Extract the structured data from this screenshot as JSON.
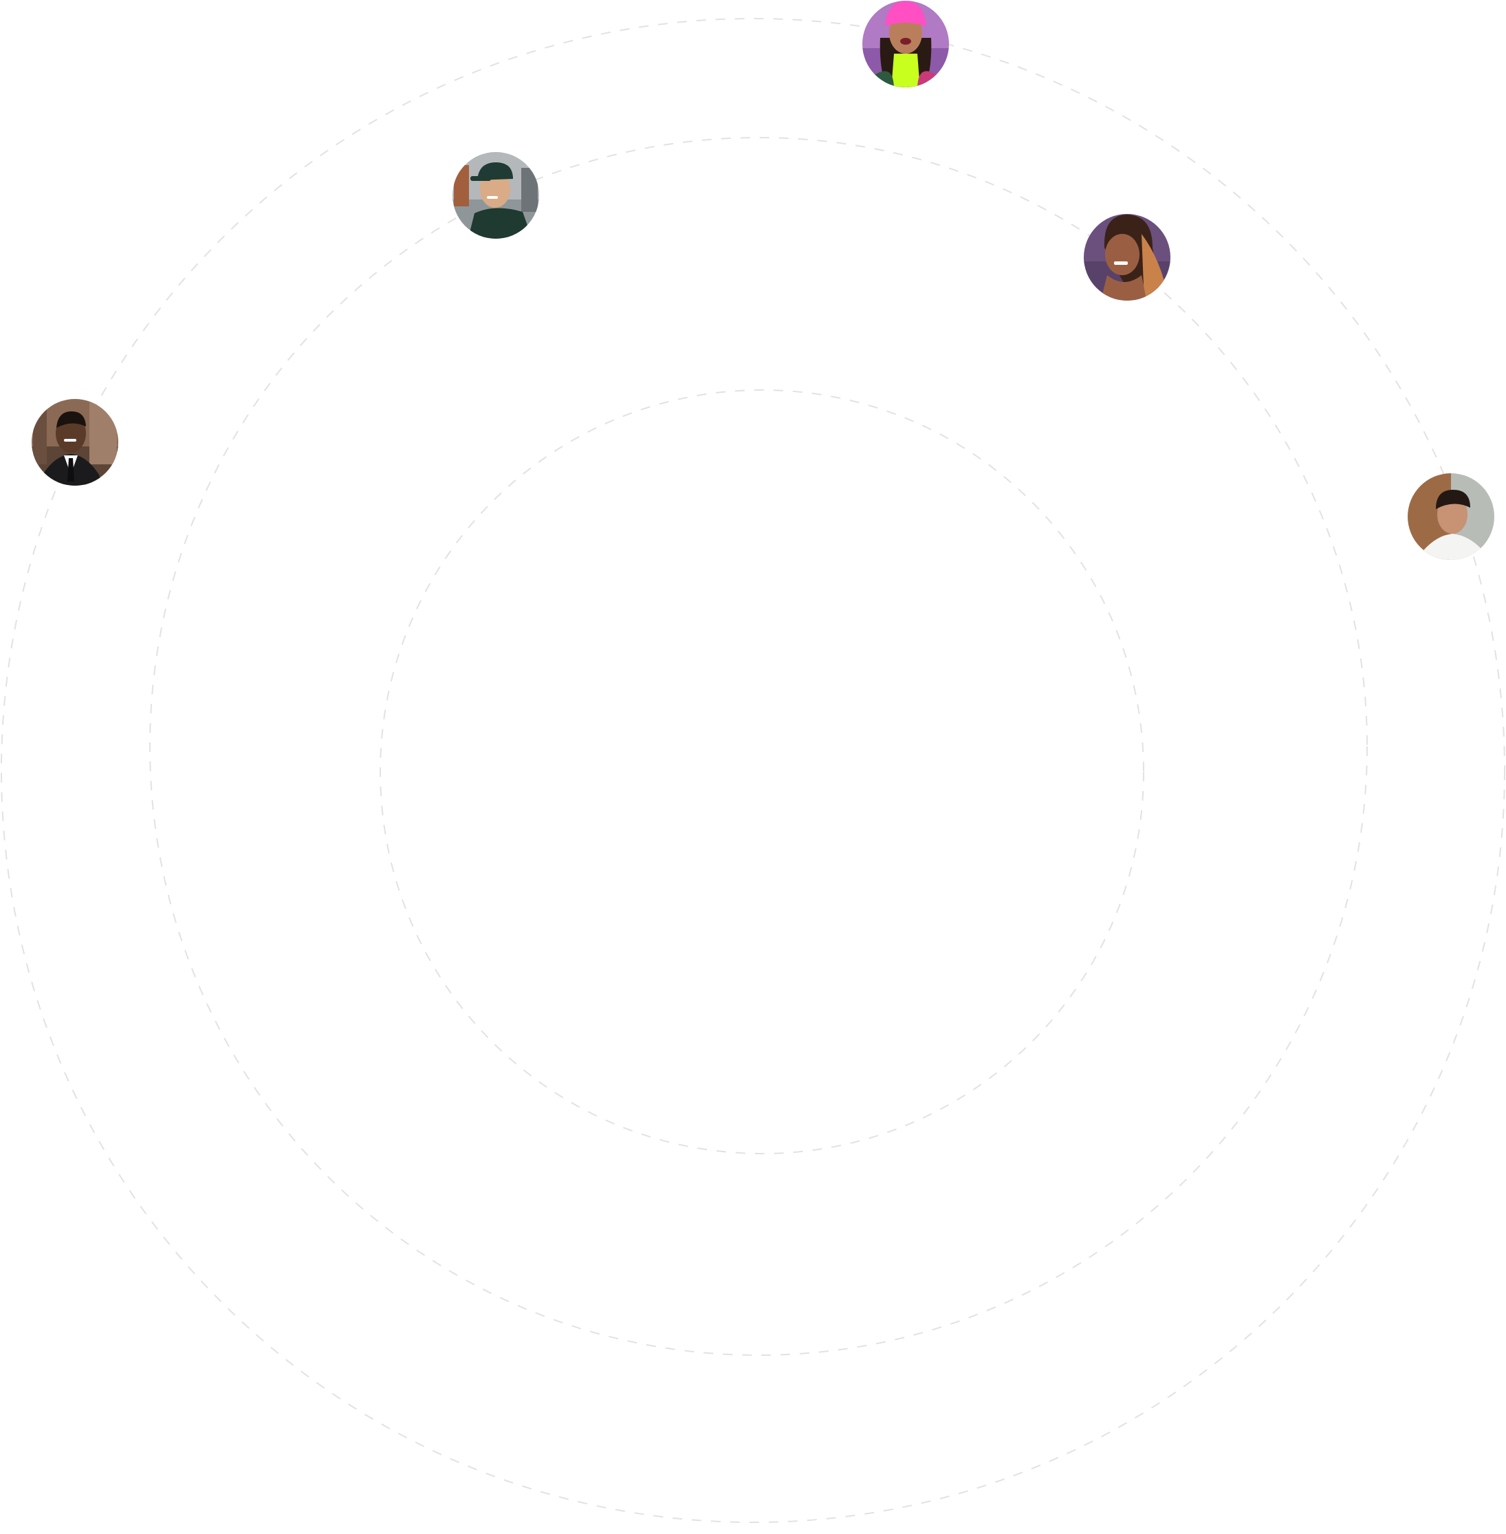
{
  "colors": {
    "background": "#ffffff",
    "ring_stroke": "#e2e2e2"
  },
  "avatars": [
    {
      "name": "avatar-woman-pink-beanie",
      "skin": "#b97f5c",
      "hair": "#2a1a14",
      "bg_top": "#b07ac4",
      "bg_bottom": "#8c5aa8",
      "hat": "#ff4fc3",
      "shirt": "#c8ff1e"
    },
    {
      "name": "avatar-man-green-cap",
      "skin": "#d9ab86",
      "hair": "#1b1b1b",
      "bg_top": "#b4b8ba",
      "bg_bottom": "#8f9699",
      "hat": "#1f3b33",
      "shirt": "#1e3a31"
    },
    {
      "name": "avatar-woman-purple-wall",
      "skin": "#9a5f43",
      "hair": "#3a2218",
      "bg_top": "#6b4f7d",
      "bg_bottom": "#58426a",
      "hat": "",
      "shirt": "#ffffff"
    },
    {
      "name": "avatar-man-suit",
      "skin": "#5a3b2a",
      "hair": "#1a120e",
      "bg_top": "#8b6a55",
      "bg_bottom": "#5c4536",
      "hat": "",
      "shirt": "#1b1b1d"
    },
    {
      "name": "avatar-man-white-shirt",
      "skin": "#c89274",
      "hair": "#241814",
      "bg_top": "#9c6b45",
      "bg_bottom": "#b7bcb7",
      "hat": "",
      "shirt": "#f4f4f2"
    }
  ]
}
